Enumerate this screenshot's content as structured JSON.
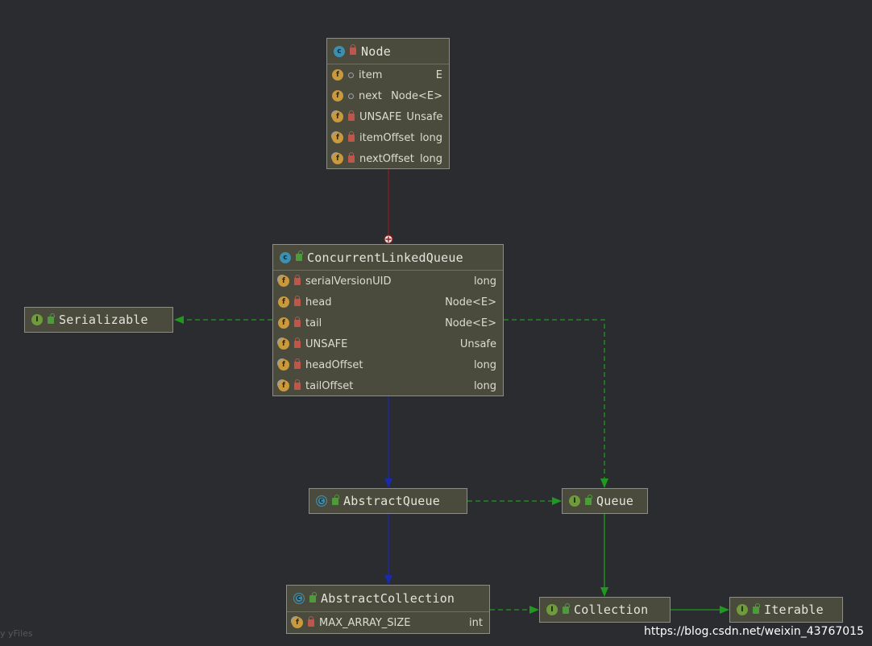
{
  "diagram": {
    "nodes": {
      "node": {
        "title": "Node",
        "kind": "class",
        "modifier": "private",
        "fields": [
          {
            "name": "item",
            "type": "E",
            "kind": "field",
            "modifier": "package"
          },
          {
            "name": "next",
            "type": "Node<E>",
            "kind": "field",
            "modifier": "package"
          },
          {
            "name": "UNSAFE",
            "type": "Unsafe",
            "kind": "static-field",
            "modifier": "private"
          },
          {
            "name": "itemOffset",
            "type": "long",
            "kind": "static-field",
            "modifier": "private"
          },
          {
            "name": "nextOffset",
            "type": "long",
            "kind": "static-field",
            "modifier": "private"
          }
        ]
      },
      "concurrent_linked_queue": {
        "title": "ConcurrentLinkedQueue",
        "kind": "class",
        "modifier": "public",
        "fields": [
          {
            "name": "serialVersionUID",
            "type": "long",
            "kind": "static-field",
            "modifier": "private"
          },
          {
            "name": "head",
            "type": "Node<E>",
            "kind": "field",
            "modifier": "private"
          },
          {
            "name": "tail",
            "type": "Node<E>",
            "kind": "field",
            "modifier": "private"
          },
          {
            "name": "UNSAFE",
            "type": "Unsafe",
            "kind": "static-field",
            "modifier": "private"
          },
          {
            "name": "headOffset",
            "type": "long",
            "kind": "static-field",
            "modifier": "private"
          },
          {
            "name": "tailOffset",
            "type": "long",
            "kind": "static-field",
            "modifier": "private"
          }
        ]
      },
      "serializable": {
        "title": "Serializable",
        "kind": "interface",
        "modifier": "public",
        "fields": []
      },
      "abstract_queue": {
        "title": "AbstractQueue",
        "kind": "abstract",
        "modifier": "public",
        "fields": []
      },
      "queue": {
        "title": "Queue",
        "kind": "interface",
        "modifier": "public",
        "fields": []
      },
      "abstract_collection": {
        "title": "AbstractCollection",
        "kind": "abstract",
        "modifier": "public",
        "fields": [
          {
            "name": "MAX_ARRAY_SIZE",
            "type": "int",
            "kind": "static-field",
            "modifier": "private"
          }
        ]
      },
      "collection": {
        "title": "Collection",
        "kind": "interface",
        "modifier": "public",
        "fields": []
      },
      "iterable": {
        "title": "Iterable",
        "kind": "interface",
        "modifier": "public",
        "fields": []
      }
    },
    "edges": [
      {
        "from": "node",
        "to": "concurrent_linked_queue",
        "relation": "inner-class"
      },
      {
        "from": "concurrent_linked_queue",
        "to": "serializable",
        "relation": "implements"
      },
      {
        "from": "concurrent_linked_queue",
        "to": "queue",
        "relation": "implements"
      },
      {
        "from": "concurrent_linked_queue",
        "to": "abstract_queue",
        "relation": "extends"
      },
      {
        "from": "abstract_queue",
        "to": "queue",
        "relation": "implements"
      },
      {
        "from": "abstract_queue",
        "to": "abstract_collection",
        "relation": "extends"
      },
      {
        "from": "abstract_collection",
        "to": "collection",
        "relation": "implements"
      },
      {
        "from": "queue",
        "to": "collection",
        "relation": "extends-interface"
      },
      {
        "from": "collection",
        "to": "iterable",
        "relation": "extends-interface"
      }
    ],
    "colors": {
      "background": "#2b2c2f",
      "node_fill": "#4a4b3c",
      "extends": "#1a2aa8",
      "implements": "#1f9a1f",
      "inner_class": "#8a1f1f"
    },
    "footer_text": "y yFiles",
    "watermark": "https://blog.csdn.net/weixin_43767015"
  }
}
